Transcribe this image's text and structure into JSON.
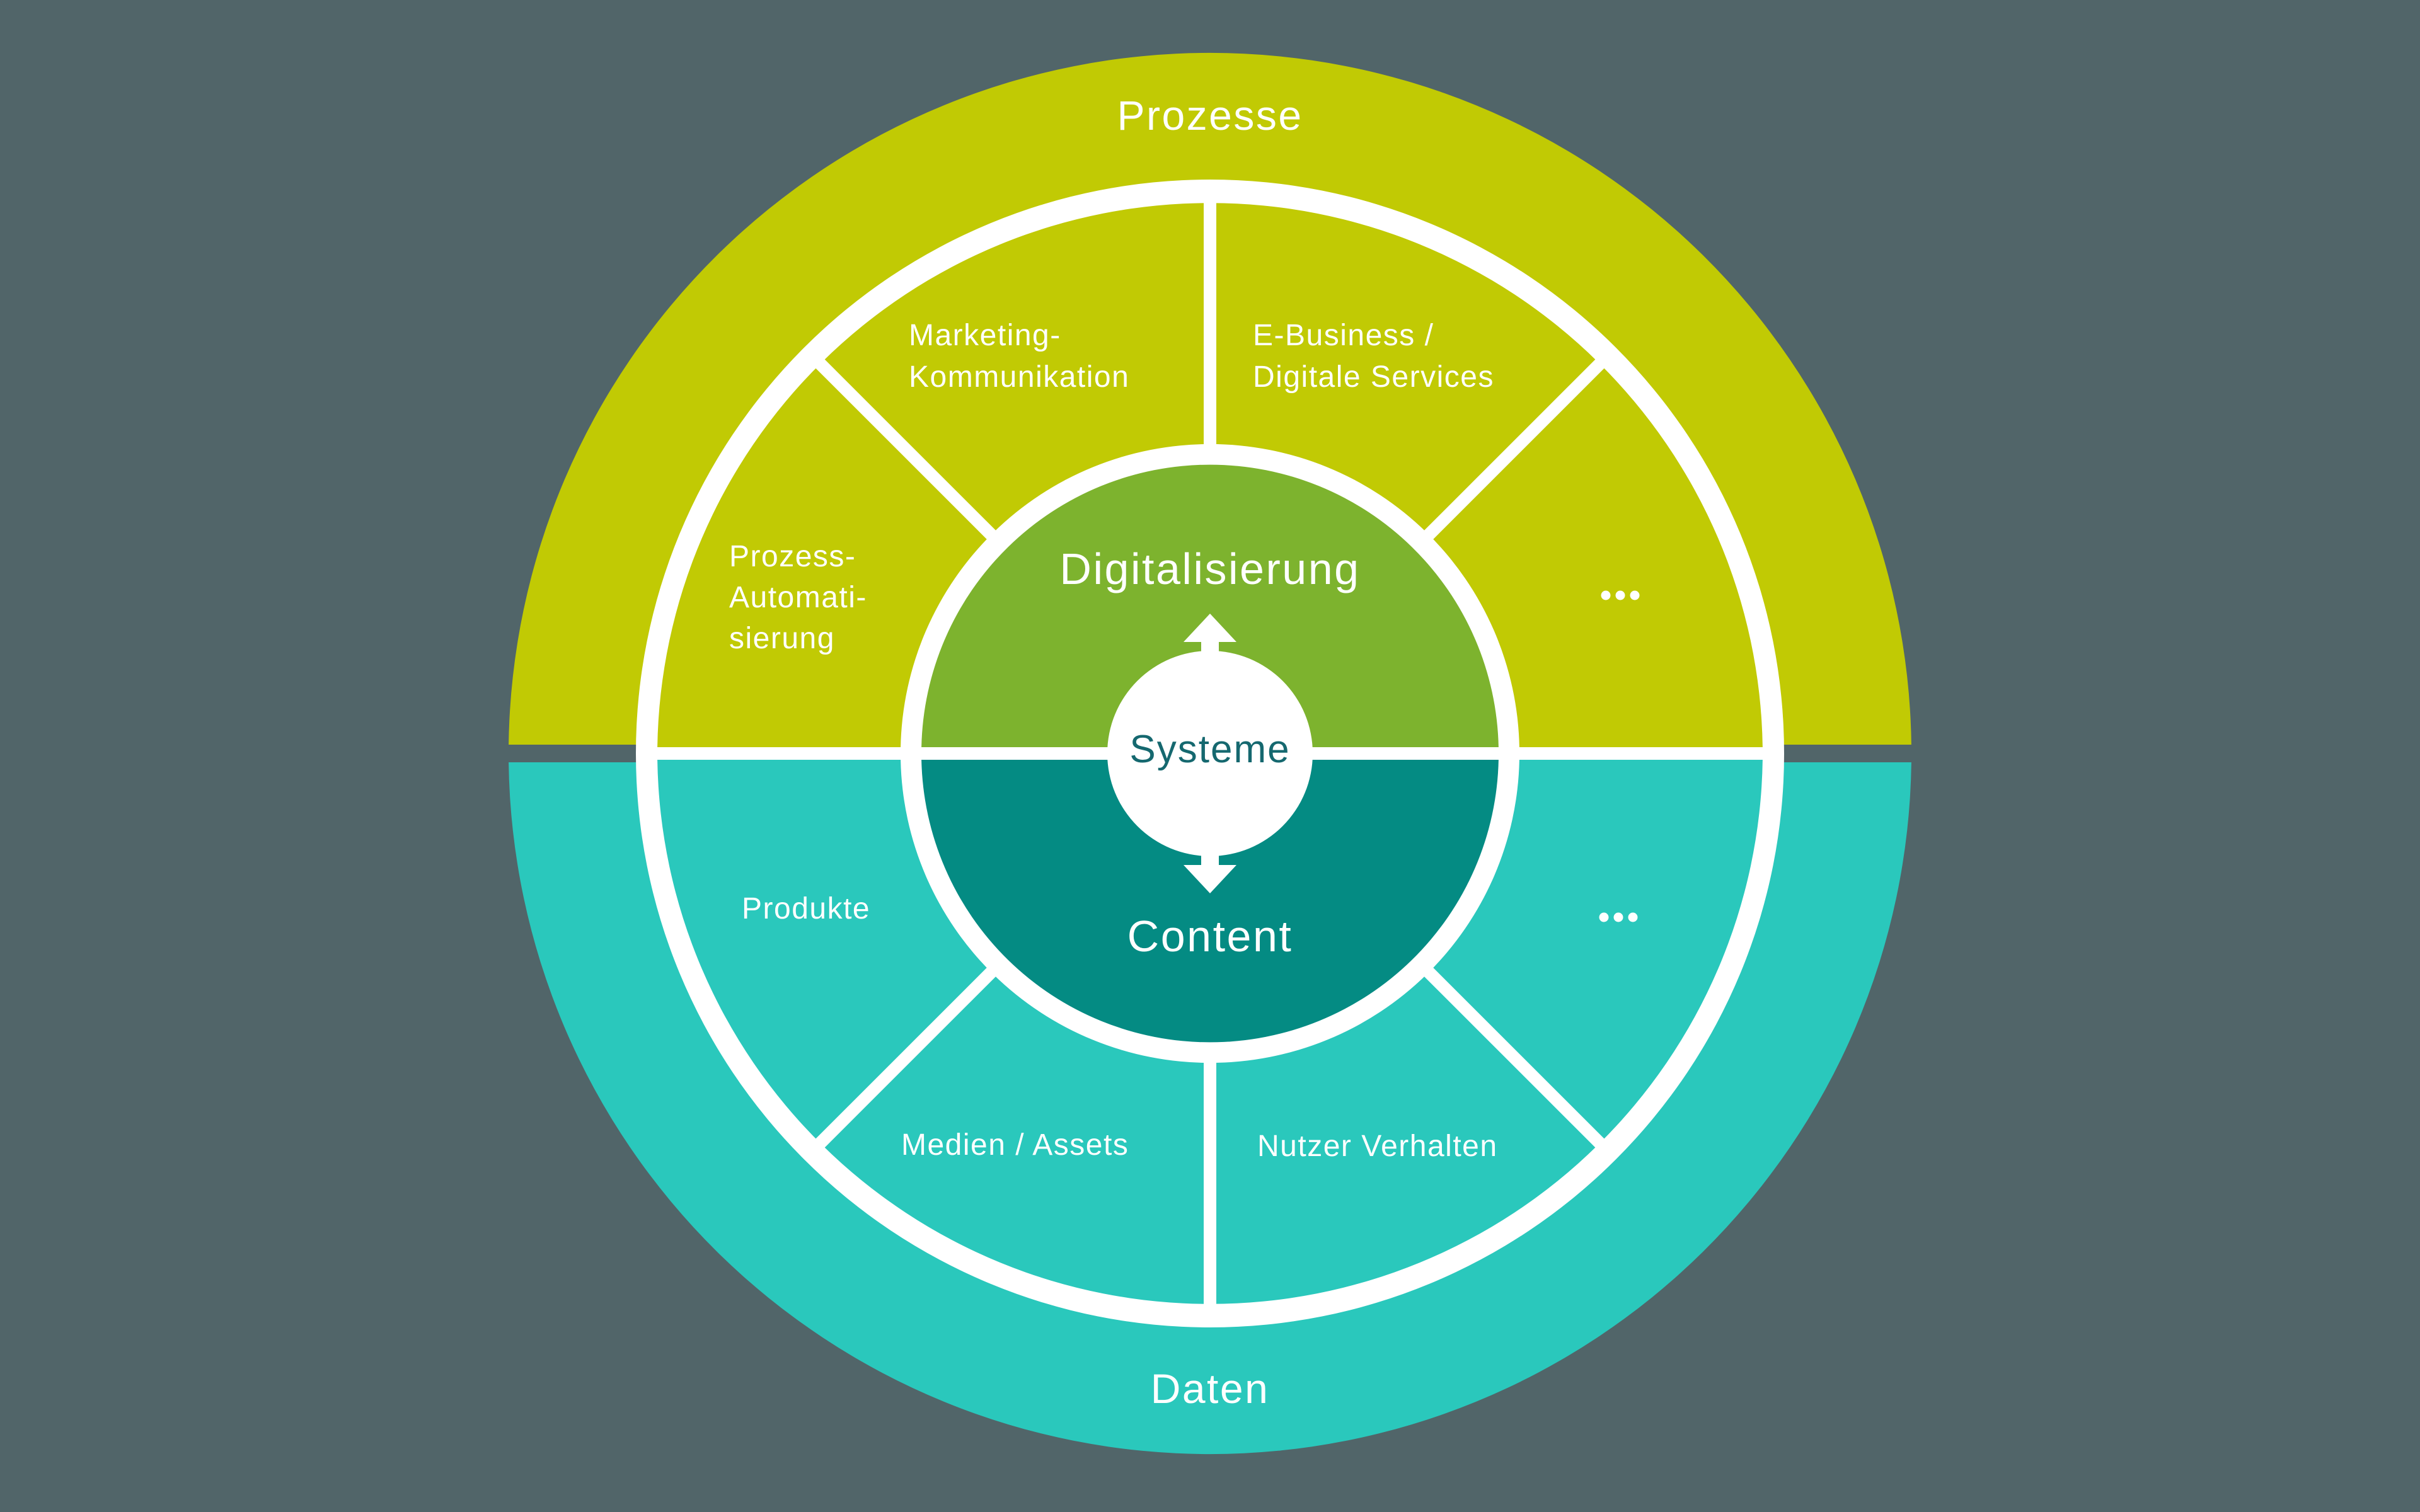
{
  "colors": {
    "background": "#516569",
    "lime": "#c1ca04",
    "teal": "#2ac8bc",
    "green": "#7db32e",
    "darkteal": "#048b83",
    "white": "#ffffff",
    "systeme_text": "#15686f"
  },
  "outer_ring": {
    "top_label": "Prozesse",
    "bottom_label": "Daten"
  },
  "middle_ring": {
    "top_segments": [
      {
        "id": "prozess-automatisierung",
        "lines": [
          "Prozess-",
          "Automati-",
          "sierung"
        ]
      },
      {
        "id": "marketing-kommunikation",
        "lines": [
          "Marketing-",
          "Kommunikation"
        ]
      },
      {
        "id": "e-business-digitale-services",
        "lines": [
          "E-Business /",
          "Digitale Services"
        ]
      },
      {
        "id": "more-top",
        "label": "..."
      }
    ],
    "bottom_segments": [
      {
        "id": "produkte",
        "lines": [
          "Produkte"
        ]
      },
      {
        "id": "medien-assets",
        "lines": [
          "Medien / Assets"
        ]
      },
      {
        "id": "nutzer-verhalten",
        "lines": [
          "Nutzer Verhalten"
        ]
      },
      {
        "id": "more-bottom",
        "label": "..."
      }
    ]
  },
  "inner_circle": {
    "top_label": "Digitalisierung",
    "bottom_label": "Content"
  },
  "center": {
    "label": "Systeme",
    "icon": "up-down-arrows"
  }
}
